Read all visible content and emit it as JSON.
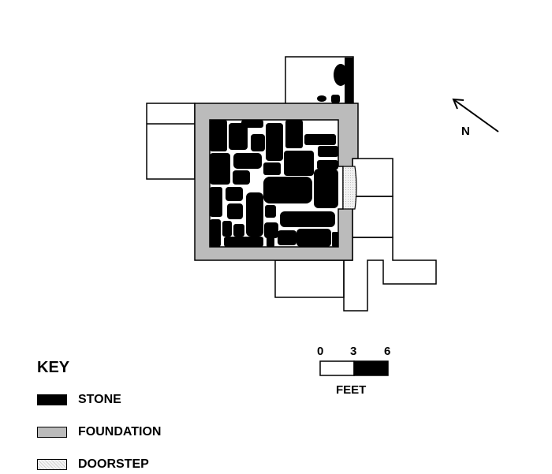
{
  "compass": {
    "label": "N"
  },
  "scale": {
    "ticks": [
      "0",
      "3",
      "6"
    ],
    "unit": "FEET"
  },
  "key": {
    "title": "KEY",
    "items": [
      {
        "label": "STONE",
        "swatch": "stone",
        "color": "#000000"
      },
      {
        "label": "FOUNDATION",
        "swatch": "foundation",
        "color": "#bbbbbb"
      },
      {
        "label": "DOORSTEP",
        "swatch": "doorstep",
        "color": "#eeeeee"
      }
    ]
  },
  "colors": {
    "stone": "#000000",
    "foundation": "#bbbbbb",
    "doorstep": "#eeeeee",
    "outline": "#000000"
  }
}
